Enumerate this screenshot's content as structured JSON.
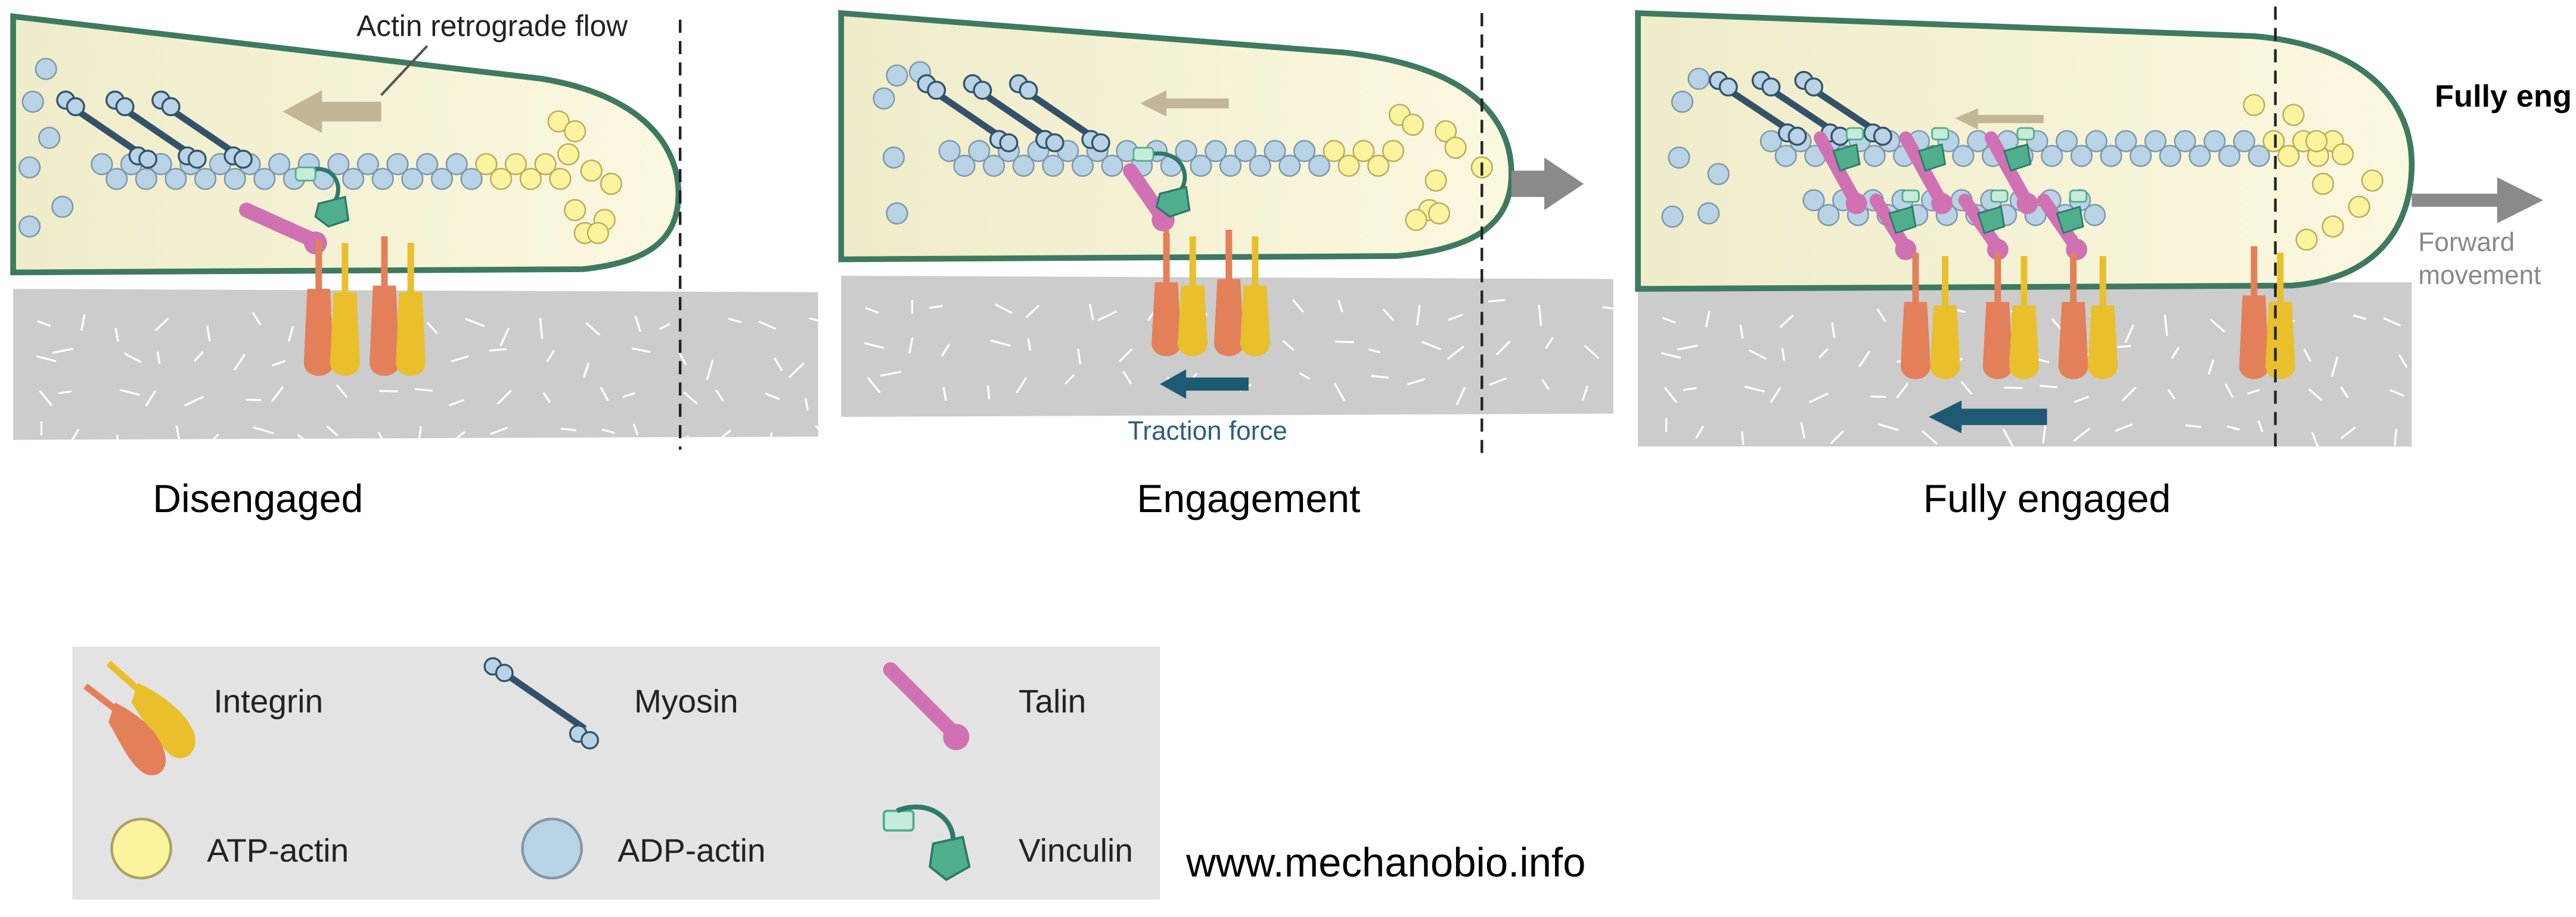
{
  "panels": [
    {
      "caption": "Disengaged",
      "annotation": "Actin retrograde flow"
    },
    {
      "caption": "Engagement",
      "annotation": "Traction force"
    },
    {
      "caption": "Fully engaged",
      "annotation": "Forward movement",
      "corner_text": "Fully eng"
    }
  ],
  "legend": {
    "integrin": "Integrin",
    "myosin": "Myosin",
    "talin": "Talin",
    "atp_actin": "ATP-actin",
    "adp_actin": "ADP-actin",
    "vinculin": "Vinculin"
  },
  "source_url": "www.mechanobio.info",
  "colors": {
    "cell_fill": "#f7f5dc",
    "cell_outline": "#3e7a60",
    "substrate": "#cccccc",
    "adp_actin": "#b9d3e6",
    "atp_actin": "#fbf39d",
    "myosin": "#34516a",
    "talin": "#d071b4",
    "vinculin": "#4fae8b",
    "integrin_orange": "#e3805a",
    "integrin_yellow": "#e9bf2c",
    "flow_arrow": "#c3b697",
    "traction_arrow": "#1e5a73",
    "movement_arrow": "#8a8a8a",
    "legend_bg": "#e3e3e3"
  }
}
